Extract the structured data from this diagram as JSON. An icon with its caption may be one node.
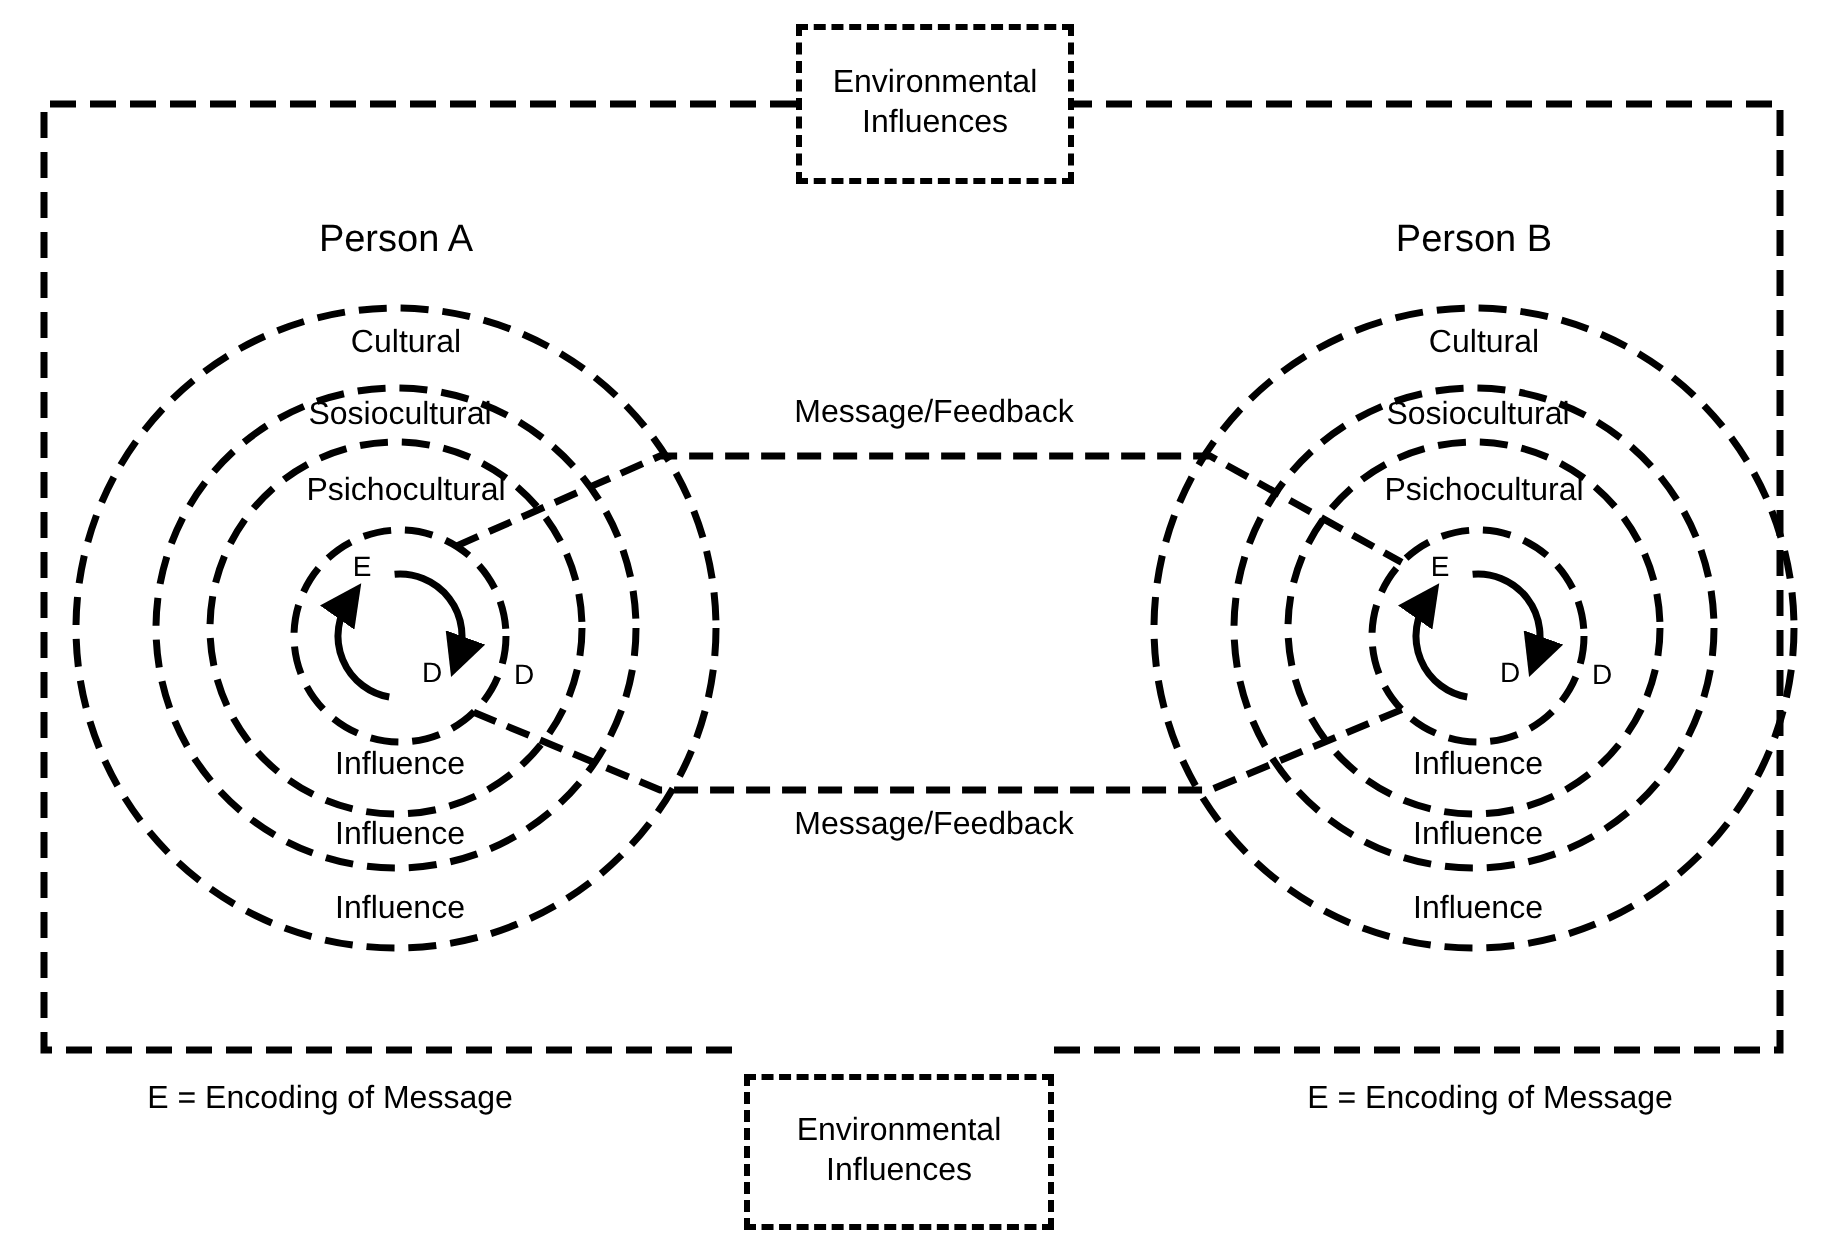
{
  "diagram": {
    "nodes": [
      {
        "text": [
          "Environmental Influences"
        ]
      },
      {
        "text": [
          "Environmental Influences"
        ]
      },
      {
        "text": [
          "Person A",
          "Cultural",
          "Influence"
        ]
      },
      {
        "text": [
          "Sosiocultural",
          "Influence"
        ],
        "in": 2
      },
      {
        "text": [
          "Psichocultural",
          "D",
          "Influence"
        ],
        "in": 3
      },
      {
        "text": [
          "E",
          "D"
        ],
        "in": 4
      },
      {
        "text": [
          "Person B",
          "Cultural",
          "Influence"
        ]
      },
      {
        "text": [
          "Sosiocultural",
          "Influence"
        ],
        "in": 6
      },
      {
        "text": [
          "Psichocultural",
          "D",
          "Influence"
        ],
        "in": 7
      },
      {
        "text": [
          "E",
          "D"
        ],
        "in": 8
      }
    ],
    "edges": [
      {
        "from": 5,
        "to": 9,
        "arrow": "none",
        "style": "dashed",
        "label": "Message/Feedback"
      },
      {
        "from": 5,
        "to": 9,
        "arrow": "none",
        "style": "dashed",
        "label": "Message/Feedback"
      }
    ],
    "labels": [
      "E = Encoding of Message",
      "E = Encoding of Message"
    ]
  }
}
